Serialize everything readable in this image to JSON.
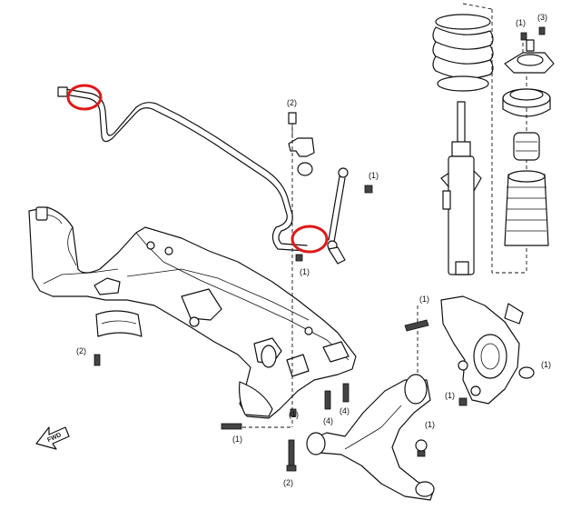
{
  "callouts": {
    "c1": "(1)",
    "c2": "(2)",
    "c3": "(3)",
    "c4": "(4)"
  },
  "fwd_label": "FWD",
  "colors": {
    "line": "#111111",
    "highlight": "#e01818",
    "background": "#ffffff"
  }
}
